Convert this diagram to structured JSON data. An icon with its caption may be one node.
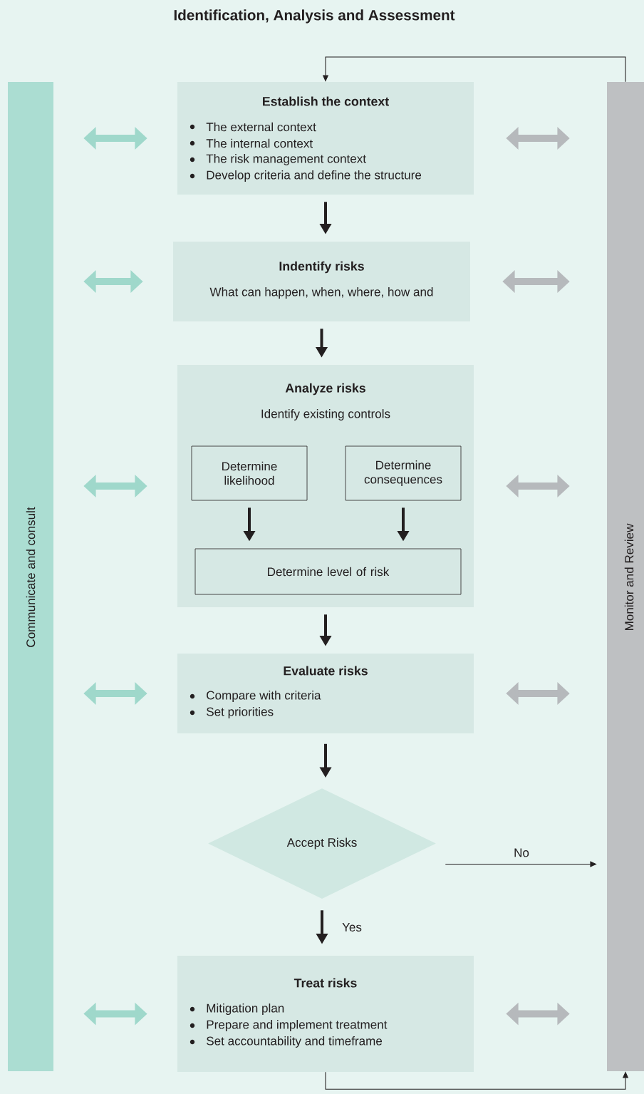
{
  "diagram": {
    "title": "Identification, Analysis and Assessment",
    "nodes": [
      {
        "text": [
          "Communicate and consult"
        ]
      },
      {
        "text": [
          "Monitor and Review"
        ]
      },
      {
        "text": [
          "Establish the context",
          "The external context",
          "The internal context",
          "The risk management context",
          "Develop criteria and define the structure"
        ]
      },
      {
        "text": [
          "Indentify risks",
          "What can happen, when, where, how and"
        ]
      },
      {
        "text": [
          "Analyze risks",
          "Identify existing controls"
        ]
      },
      {
        "text": [
          "Determine likelihood"
        ],
        "in": 4
      },
      {
        "text": [
          "Determine consequences"
        ],
        "in": 4
      },
      {
        "text": [
          "Determine level of risk"
        ],
        "in": 4
      },
      {
        "text": [
          "Evaluate risks",
          "Compare with criteria",
          "Set priorities"
        ]
      },
      {
        "text": [
          "Accept Risks"
        ]
      },
      {
        "text": [
          "Treat risks",
          "Mitigation plan",
          "Prepare and implement treatment",
          "Set accountability and timeframe"
        ]
      }
    ],
    "edges": [
      {
        "from": 2,
        "to": 3,
        "arrow": "to"
      },
      {
        "from": 3,
        "to": 4,
        "arrow": "to"
      },
      {
        "from": 5,
        "to": 7,
        "arrow": "to"
      },
      {
        "from": 6,
        "to": 7,
        "arrow": "to"
      },
      {
        "from": 4,
        "to": 8,
        "arrow": "to"
      },
      {
        "from": 8,
        "to": 9,
        "arrow": "to"
      },
      {
        "from": 9,
        "to": 10,
        "arrow": "to",
        "label": "Yes"
      },
      {
        "from": 9,
        "to": 1,
        "arrow": "to",
        "label": "No"
      },
      {
        "from": 10,
        "to": 1,
        "arrow": "to"
      },
      {
        "from": 1,
        "to": 2,
        "arrow": "to"
      },
      {
        "from": 0,
        "to": 2,
        "arrow": "both",
        "style": "thick",
        "color": "#9fd8cb"
      },
      {
        "from": 0,
        "to": 3,
        "arrow": "both",
        "style": "thick",
        "color": "#9fd8cb"
      },
      {
        "from": 0,
        "to": 4,
        "arrow": "both",
        "style": "thick",
        "color": "#9fd8cb"
      },
      {
        "from": 0,
        "to": 8,
        "arrow": "both",
        "style": "thick",
        "color": "#9fd8cb"
      },
      {
        "from": 0,
        "to": 10,
        "arrow": "both",
        "style": "thick",
        "color": "#9fd8cb"
      },
      {
        "from": 2,
        "to": 1,
        "arrow": "both",
        "style": "thick",
        "color": "#b6b9bc"
      },
      {
        "from": 3,
        "to": 1,
        "arrow": "both",
        "style": "thick",
        "color": "#b6b9bc"
      },
      {
        "from": 4,
        "to": 1,
        "arrow": "both",
        "style": "thick",
        "color": "#b6b9bc"
      },
      {
        "from": 8,
        "to": 1,
        "arrow": "both",
        "style": "thick",
        "color": "#b6b9bc"
      },
      {
        "from": 10,
        "to": 1,
        "arrow": "both",
        "style": "thick",
        "color": "#b6b9bc"
      }
    ]
  }
}
